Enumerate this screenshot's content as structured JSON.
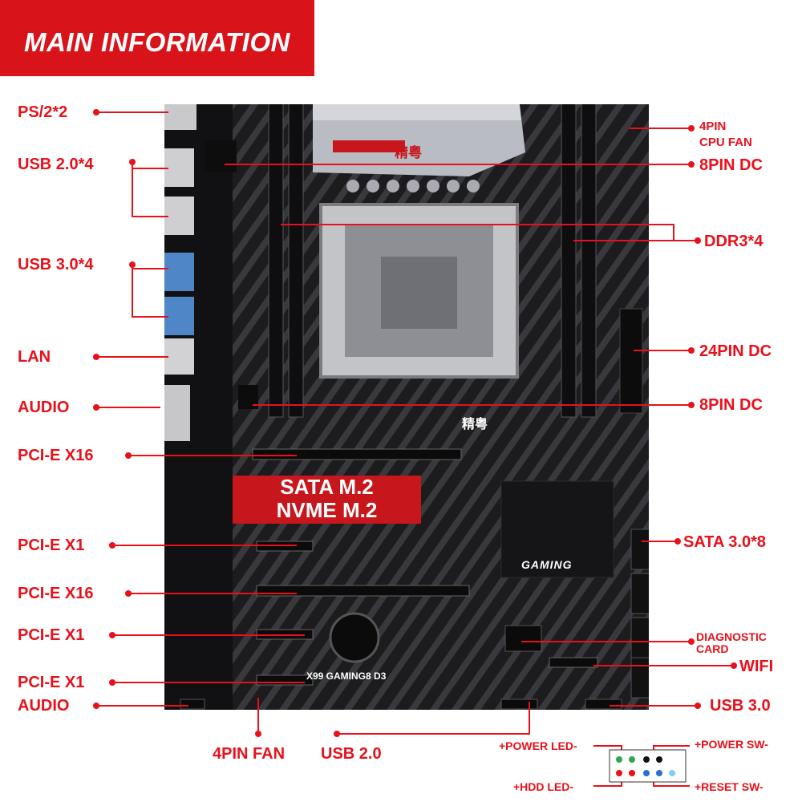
{
  "title": "MAIN INFORMATION",
  "board": {
    "model": "X99 GAMING8 D3",
    "chipset_label": "GAMING",
    "brand": "精粤",
    "badge_line1": "SATA M.2",
    "badge_line2": "NVME M.2"
  },
  "labels": {
    "ps2": "PS/2*2",
    "usb20_rear": "USB 2.0*4",
    "usb30_rear": "USB 3.0*4",
    "lan": "LAN",
    "audio_rear": "AUDIO",
    "pcie_x16_1": "PCI-E X16",
    "pcie_x1_1": "PCI-E X1",
    "pcie_x16_2": "PCI-E X16",
    "pcie_x1_2": "PCI-E X1",
    "pcie_x1_3": "PCI-E X1",
    "audio_front": "AUDIO",
    "fan4pin_bottom": "4PIN FAN",
    "usb20_header": "USB 2.0",
    "cpu_fan_line1": "4PIN",
    "cpu_fan_line2": "CPU FAN",
    "dc8pin_top": "8PIN DC",
    "ddr3": "DDR3*4",
    "dc24pin": "24PIN DC",
    "dc8pin_mid": "8PIN DC",
    "sata": "SATA 3.0*8",
    "diag_line1": "DIAGNOSTIC",
    "diag_line2": "CARD",
    "wifi": "WIFI",
    "usb30_header": "USB 3.0",
    "power_led": "+POWER LED-",
    "power_sw": "+POWER SW-",
    "hdd_led": "+HDD LED-",
    "reset_sw": "+RESET SW-"
  },
  "colors": {
    "accent": "#e8101a",
    "board": "#1c1c1e",
    "stripe": "#3a3a3e",
    "heatsink": "#b9bcc2"
  }
}
